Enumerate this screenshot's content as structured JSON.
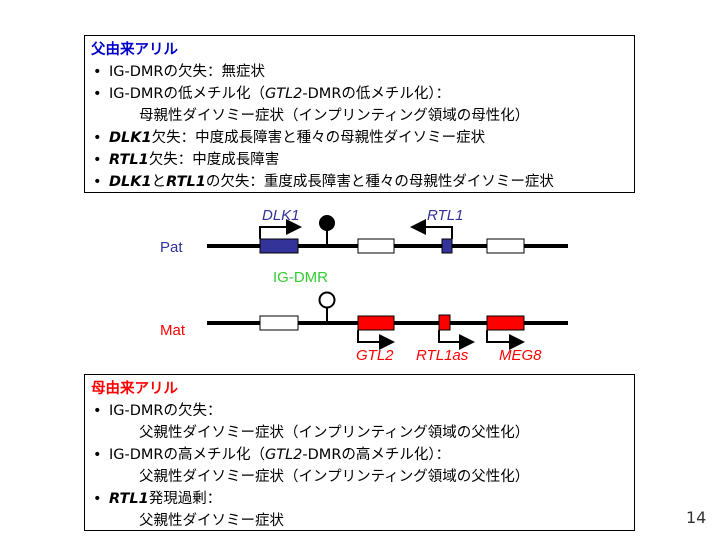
{
  "paternal": {
    "heading": "父由来アリル",
    "items": [
      {
        "parts": [
          "IG-DMRの欠失：無症状"
        ]
      },
      {
        "parts": [
          "IG-DMRの低メチル化（",
          "GTL2",
          "-DMRの低メチル化）："
        ],
        "sub": "母親性ダイソミー症状（インプリンティング領域の母性化）"
      },
      {
        "parts": [
          "DLK1",
          "欠失：中度成長障害と種々の母親性ダイソミー症状"
        ]
      },
      {
        "parts": [
          "RTL1",
          "欠失：中度成長障害"
        ]
      },
      {
        "parts": [
          "DLK1",
          "と",
          "RTL1",
          "の欠失：重度成長障害と種々の母親性ダイソミー症状"
        ]
      }
    ]
  },
  "diagram": {
    "pat_label": "Pat",
    "mat_label": "Mat",
    "dmr_label": "IG-DMR",
    "genes": {
      "dlk1": "DLK1",
      "rtl1": "RTL1",
      "gtl2": "GTL2",
      "rtl1as": "RTL1as",
      "meg8": "MEG8"
    },
    "colors": {
      "pat": "#333399",
      "mat": "#ff0000",
      "dmr": "#33cc33"
    }
  },
  "maternal": {
    "heading": "母由来アリル",
    "items": [
      {
        "parts": [
          "IG-DMRの欠失："
        ],
        "sub": "父親性ダイソミー症状（インプリンティング領域の父性化）"
      },
      {
        "parts": [
          "IG-DMRの高メチル化（",
          "GTL2",
          "-DMRの高メチル化）："
        ],
        "sub": "父親性ダイソミー症状（インプリンティング領域の父性化）"
      },
      {
        "parts": [
          "RTL1",
          "発現過剰："
        ],
        "sub": "父親性ダイソミー症状"
      }
    ]
  },
  "page_number": "14"
}
